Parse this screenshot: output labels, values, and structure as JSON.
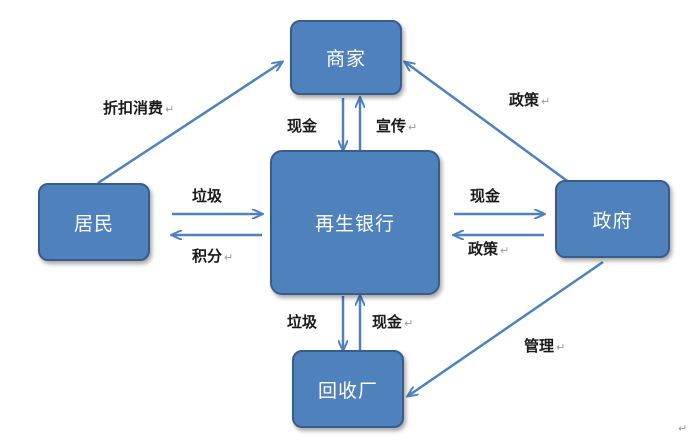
{
  "nodes": {
    "merchant": "商家",
    "resident": "居民",
    "bank": "再生银行",
    "government": "政府",
    "recycler": "回收厂"
  },
  "edges": {
    "discount": "折扣消费",
    "policy_top": "政策",
    "cash_left": "现金",
    "promo": "宣传",
    "garbage_left": "垃圾",
    "points": "积分",
    "cash_right": "现金",
    "policy_right": "政策",
    "garbage_bottom": "垃圾",
    "cash_bottom": "现金",
    "manage": "管理"
  },
  "para_mark": "↵",
  "colors": {
    "node_fill": "#4f81bd",
    "node_border": "#385d8a",
    "arrow": "#4f81bd"
  }
}
